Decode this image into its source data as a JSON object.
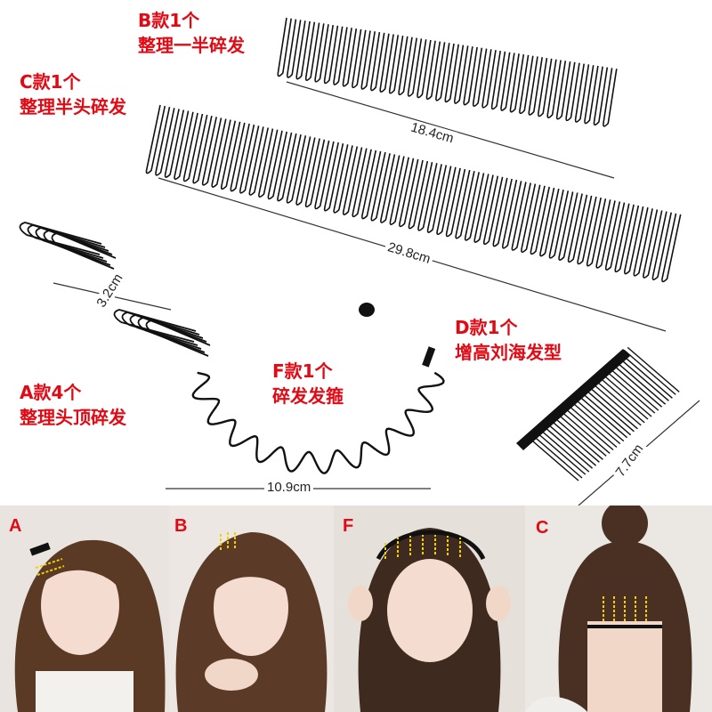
{
  "products": {
    "b": {
      "title": "B款1个",
      "desc": "整理一半碎发",
      "length": "18.4cm"
    },
    "c": {
      "title": "C款1个",
      "desc": "整理半头碎发",
      "length": "29.8cm"
    },
    "a": {
      "title": "A款4个",
      "desc": "整理头顶碎发",
      "length": "3.2cm"
    },
    "f": {
      "title": "F款1个",
      "desc": "碎发发箍",
      "length": "10.9cm"
    },
    "d": {
      "title": "D款1个",
      "desc": "增高刘海发型",
      "length": "7.7cm"
    }
  },
  "photos": [
    {
      "letter": "A"
    },
    {
      "letter": "B"
    },
    {
      "letter": "F"
    },
    {
      "letter": "C"
    }
  ],
  "colors": {
    "label": "#e10a14",
    "metal": "#111111",
    "arrow": "#f0d000"
  }
}
